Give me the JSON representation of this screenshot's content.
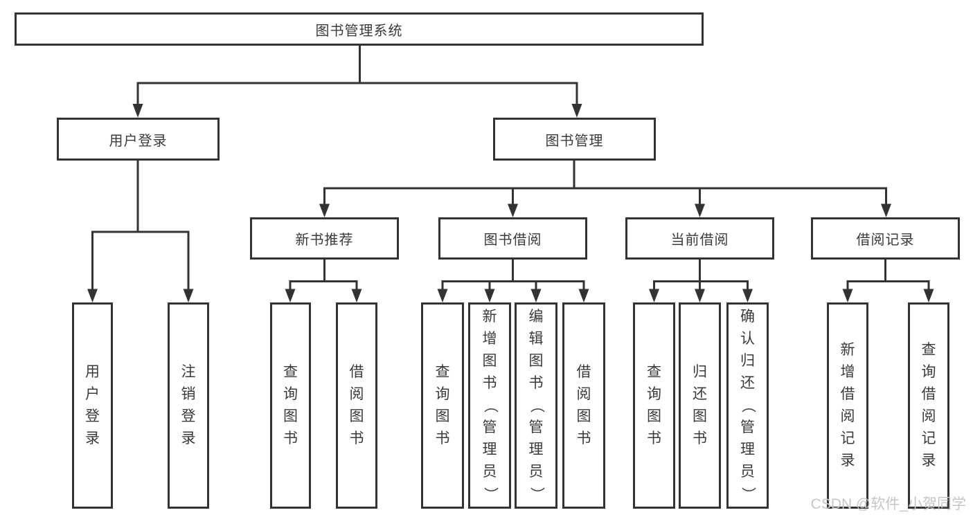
{
  "diagram": {
    "root": {
      "label": "图书管理系统"
    },
    "level2": [
      {
        "label": "用户登录"
      },
      {
        "label": "图书管理"
      }
    ],
    "level3": [
      {
        "label": "新书推荐"
      },
      {
        "label": "图书借阅"
      },
      {
        "label": "当前借阅"
      },
      {
        "label": "借阅记录"
      }
    ],
    "leaves": {
      "user_login": [
        {
          "label": "用户登录"
        },
        {
          "label": "注销登录"
        }
      ],
      "new_book": [
        {
          "label": "查询图书"
        },
        {
          "label": "借阅图书"
        }
      ],
      "book_borrow": [
        {
          "label": "查询图书"
        },
        {
          "label": "新增图书（管理员）"
        },
        {
          "label": "编辑图书（管理员）"
        },
        {
          "label": "借阅图书"
        }
      ],
      "current_borrow": [
        {
          "label": "查询图书"
        },
        {
          "label": "归还图书"
        },
        {
          "label": "确认归还（管理员）"
        }
      ],
      "borrow_records": [
        {
          "label": "新增借阅记录"
        },
        {
          "label": "查询借阅记录"
        }
      ]
    }
  },
  "watermark": {
    "text": "CSDN @软件_小贺同学"
  },
  "colors": {
    "line": "#333333",
    "text": "#3a3a3a",
    "watermark": "#c6c6c6",
    "background": "#ffffff"
  }
}
